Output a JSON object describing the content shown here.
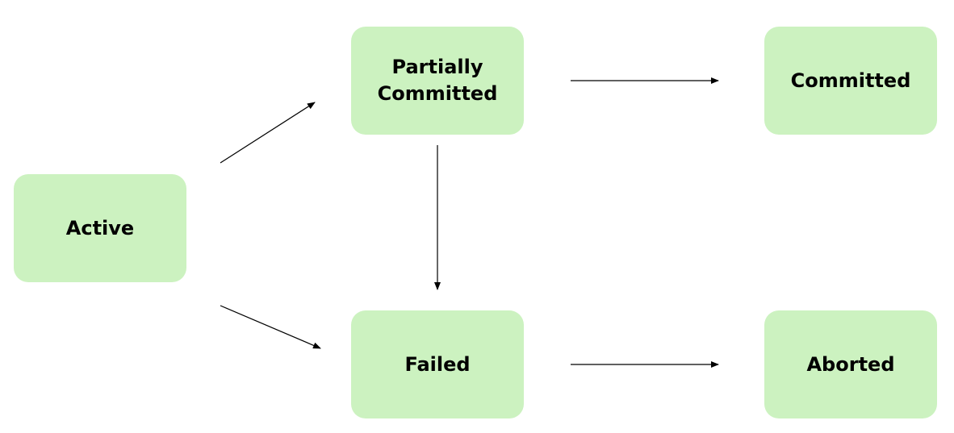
{
  "diagram": {
    "states": {
      "active": "Active",
      "partially_committed": "Partially\nCommitted",
      "committed": "Committed",
      "failed": "Failed",
      "aborted": "Aborted"
    },
    "transitions": [
      {
        "from": "active",
        "to": "partially_committed"
      },
      {
        "from": "active",
        "to": "failed"
      },
      {
        "from": "partially_committed",
        "to": "committed"
      },
      {
        "from": "partially_committed",
        "to": "failed"
      },
      {
        "from": "failed",
        "to": "aborted"
      }
    ],
    "colors": {
      "node_fill": "#ccf2c0",
      "arrow": "#000000",
      "text": "#000000"
    }
  }
}
